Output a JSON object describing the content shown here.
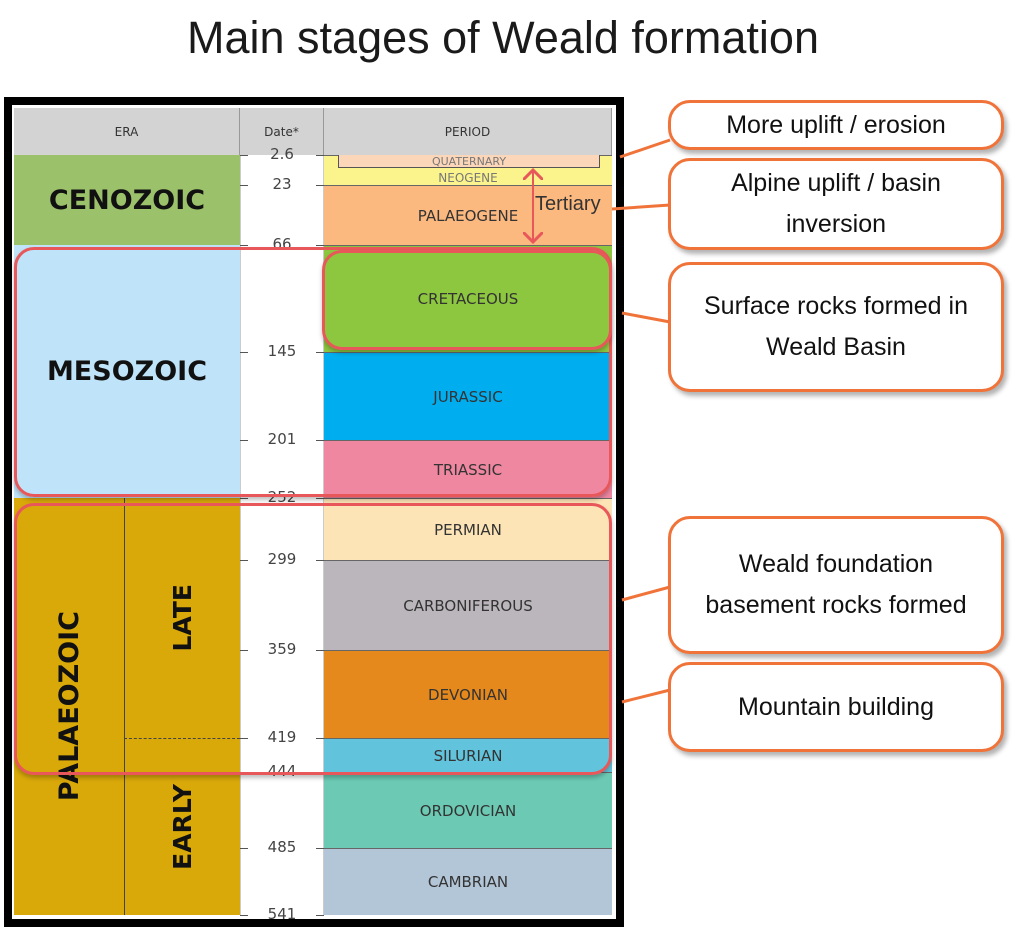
{
  "title": "Main stages of Weald formation",
  "headers": {
    "era": "ERA",
    "date": "Date*",
    "period": "PERIOD"
  },
  "eras": {
    "cenozoic": "CENOZOIC",
    "mesozoic": "MESOZOIC",
    "palaeozoic": "PALAEOZOIC",
    "late": "LATE",
    "early": "EARLY"
  },
  "periods": {
    "quaternary": "QUATERNARY",
    "neogene": "NEOGENE",
    "palaeogene": "PALAEOGENE",
    "cretaceous": "CRETACEOUS",
    "jurassic": "JURASSIC",
    "triassic": "TRIASSIC",
    "permian": "PERMIAN",
    "carboniferous": "CARBONIFEROUS",
    "devonian": "DEVONIAN",
    "silurian": "SILURIAN",
    "ordovician": "ORDOVICIAN",
    "cambrian": "CAMBRIAN"
  },
  "dates": [
    "2.6",
    "23",
    "66",
    "145",
    "201",
    "252",
    "299",
    "359",
    "419",
    "444",
    "485",
    "541"
  ],
  "tertiary": "Tertiary",
  "callouts": [
    "More uplift / erosion",
    "Alpine uplift / basin inversion",
    "Surface rocks formed in Weald Basin",
    "Weald foundation basement rocks formed",
    "Mountain building"
  ],
  "colors": {
    "highlight": "#e8585a",
    "callout_border": "#f0743a"
  }
}
